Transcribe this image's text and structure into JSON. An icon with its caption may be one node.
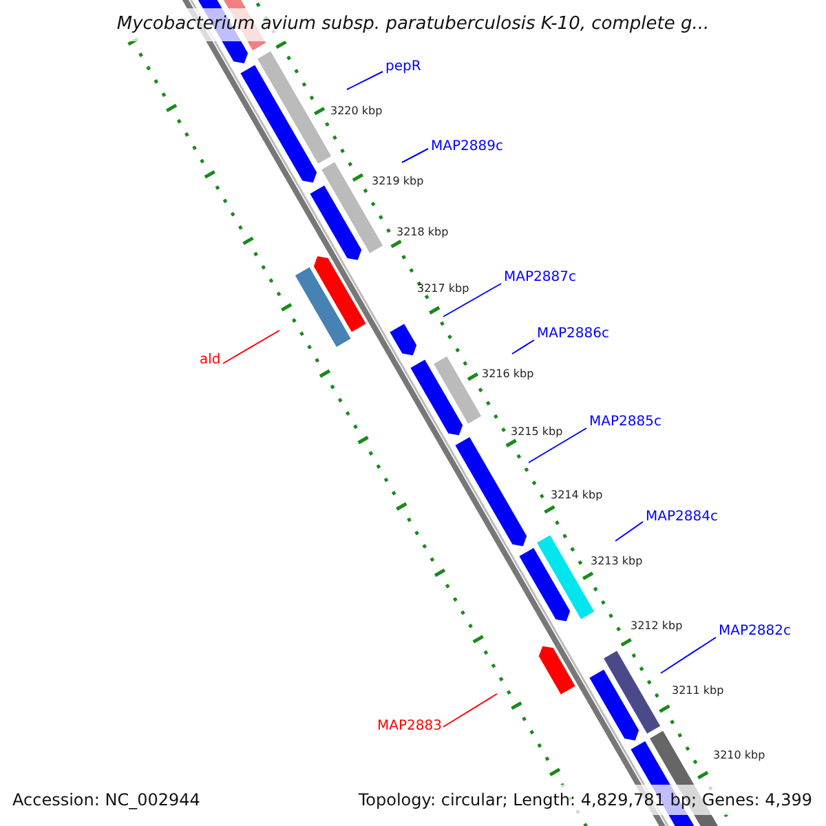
{
  "diagram": {
    "title": "Mycobacterium avium subsp. paratuberculosis K-10, complete g...",
    "nodes": [
      {
        "text": [
          "pepR"
        ]
      },
      {
        "text": [
          "MAP2889c"
        ]
      },
      {
        "text": [
          "MAP2887c"
        ]
      },
      {
        "text": [
          "MAP2886c"
        ]
      },
      {
        "text": [
          "ald"
        ]
      },
      {
        "text": [
          "MAP2885c"
        ]
      },
      {
        "text": [
          "MAP2884c"
        ]
      },
      {
        "text": [
          "MAP2882c"
        ]
      },
      {
        "text": [
          "MAP2883"
        ]
      }
    ],
    "edges": [
      {
        "from": 0,
        "to": null,
        "arrow": "none"
      },
      {
        "from": 1,
        "to": null,
        "arrow": "none"
      },
      {
        "from": 2,
        "to": null,
        "arrow": "none"
      },
      {
        "from": 3,
        "to": null,
        "arrow": "none"
      },
      {
        "from": 4,
        "to": null,
        "arrow": "none",
        "color": "#ff0000"
      },
      {
        "from": 5,
        "to": null,
        "arrow": "none"
      },
      {
        "from": 6,
        "to": null,
        "arrow": "none"
      },
      {
        "from": 7,
        "to": null,
        "arrow": "none"
      },
      {
        "from": 8,
        "to": null,
        "arrow": "none",
        "color": "#ff0000"
      }
    ],
    "labels": [
      "3220 kbp",
      "3219 kbp",
      "3218 kbp",
      "3217 kbp",
      "3216 kbp",
      "3215 kbp",
      "3214 kbp",
      "3213 kbp",
      "3212 kbp",
      "3211 kbp",
      "3210 kbp",
      "Accession: NC_002944",
      "Topology: circular; Length: 4,829,781 bp; Genes: 4,399"
    ]
  }
}
